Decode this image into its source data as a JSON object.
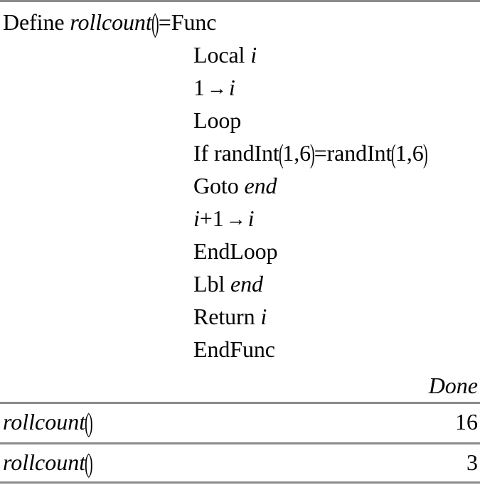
{
  "document": {
    "title": "rollcount program definition and results",
    "app": "calculator-cas-worksheet",
    "background_color": "#ffffff",
    "text_color": "#000000",
    "rule_color": "#8a8a8a"
  },
  "definition": {
    "header": {
      "keyword": "Define",
      "function_name": "rollcount",
      "open_paren": "(",
      "close_paren": ")",
      "equals": "=",
      "func_keyword": "Func"
    },
    "body": [
      {
        "text": "Local ",
        "var": "i"
      },
      {
        "text": "1",
        "arrow": "→",
        "var": "i"
      },
      {
        "text": "Loop"
      },
      {
        "text": "If randInt",
        "args": "1,6",
        "equals": "=",
        "text2": "randInt",
        "args2": "1,6"
      },
      {
        "text": "Goto ",
        "label": "end"
      },
      {
        "text": "i",
        "plus": "+1",
        "arrow": "→",
        "var": "i"
      },
      {
        "text": "EndLoop"
      },
      {
        "text": "Lbl ",
        "label": "end"
      },
      {
        "text": "Return ",
        "var": "i"
      },
      {
        "text": "EndFunc"
      }
    ],
    "status": "Done"
  },
  "results": [
    {
      "expression_name": "rollcount",
      "open_paren": "(",
      "close_paren": ")",
      "value": "16"
    },
    {
      "expression_name": "rollcount",
      "open_paren": "(",
      "close_paren": ")",
      "value": "3"
    }
  ]
}
